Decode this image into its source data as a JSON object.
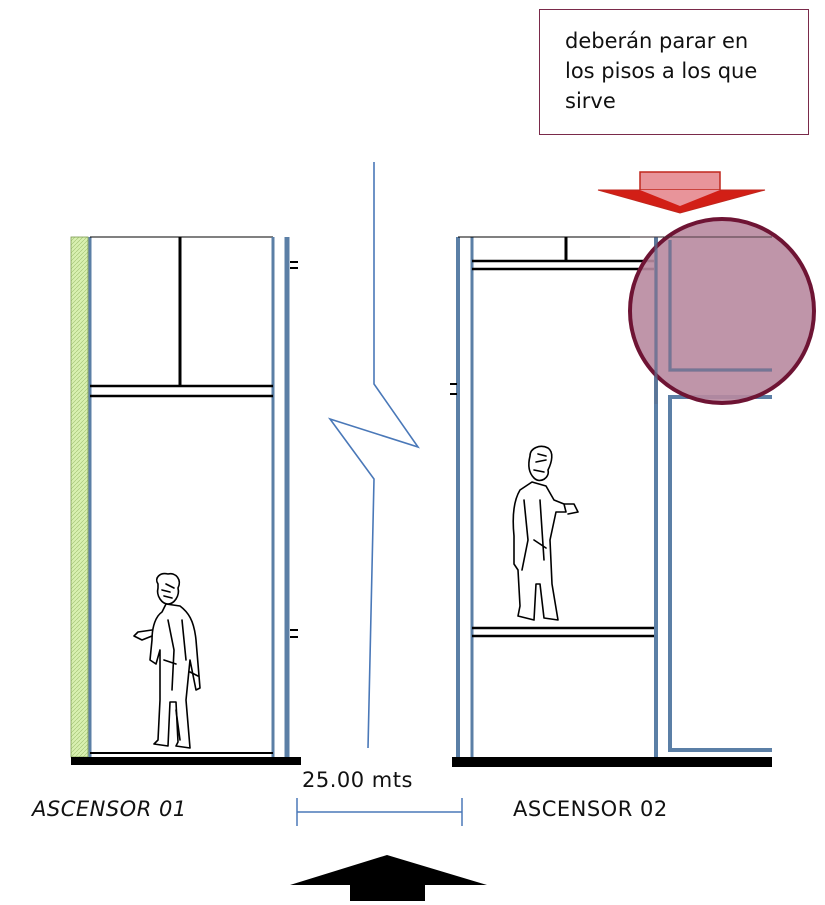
{
  "note": {
    "lines": [
      "deberán parar en",
      "los pisos a los que",
      "sirve"
    ]
  },
  "labels": {
    "elevator_1": "ASCENSOR 01",
    "elevator_2": "ASCENSOR 02",
    "distance": "25.00 mts"
  },
  "colors": {
    "wall_blue": "#5b7fa6",
    "line_blue": "#4a78b8",
    "note_border": "#7a2a4a",
    "highlight_fill": "#b88aa0",
    "highlight_stroke": "#6e1434",
    "down_arrow_fill": "#e8949a",
    "down_arrow_stroke": "#c0261d",
    "shaft_hatch": "#d8f0b0",
    "up_arrow": "#000000"
  },
  "icons": {
    "down_arrow": "down-arrow-icon",
    "up_arrow": "up-arrow-icon",
    "person_1": "person-figure-icon",
    "person_2": "person-figure-icon"
  }
}
